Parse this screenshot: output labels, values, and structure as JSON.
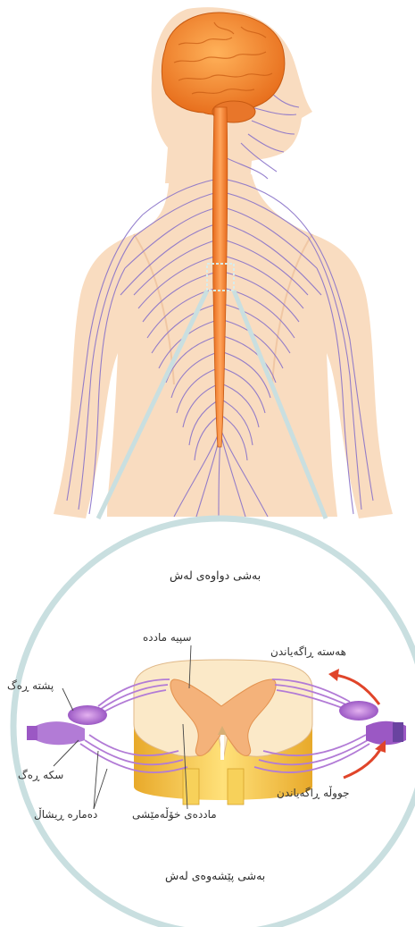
{
  "labels": {
    "posterior_body": "بەشی دواوەی لەش",
    "anterior_body": "بەشی پێشەوەی لەش",
    "white_matter": "سپیە ماددە",
    "sensory_message": "هەستە ڕاگەیاندن",
    "motor_message": "جووڵە ڕاگەیاندن",
    "dorsal_root": "پشتە ڕەگ",
    "ventral_root": "سکە ڕەگ",
    "spinal_nerve": "دەمارە ڕیشاڵ",
    "gray_matter": "ماددەی خۆڵەمێشی"
  },
  "colors": {
    "skin": "#f9dcc0",
    "brain": "#f08a2c",
    "spinal_cord": "#e8762a",
    "nerves": "#8a73c9",
    "gray_matter": "#f4b27a",
    "white_matter": "#fbe9c8",
    "cord_sides": "#f2c64a",
    "nerve_root": "#b27bd6",
    "arrow": "#e0452a",
    "lens": "#c9dfe0"
  }
}
